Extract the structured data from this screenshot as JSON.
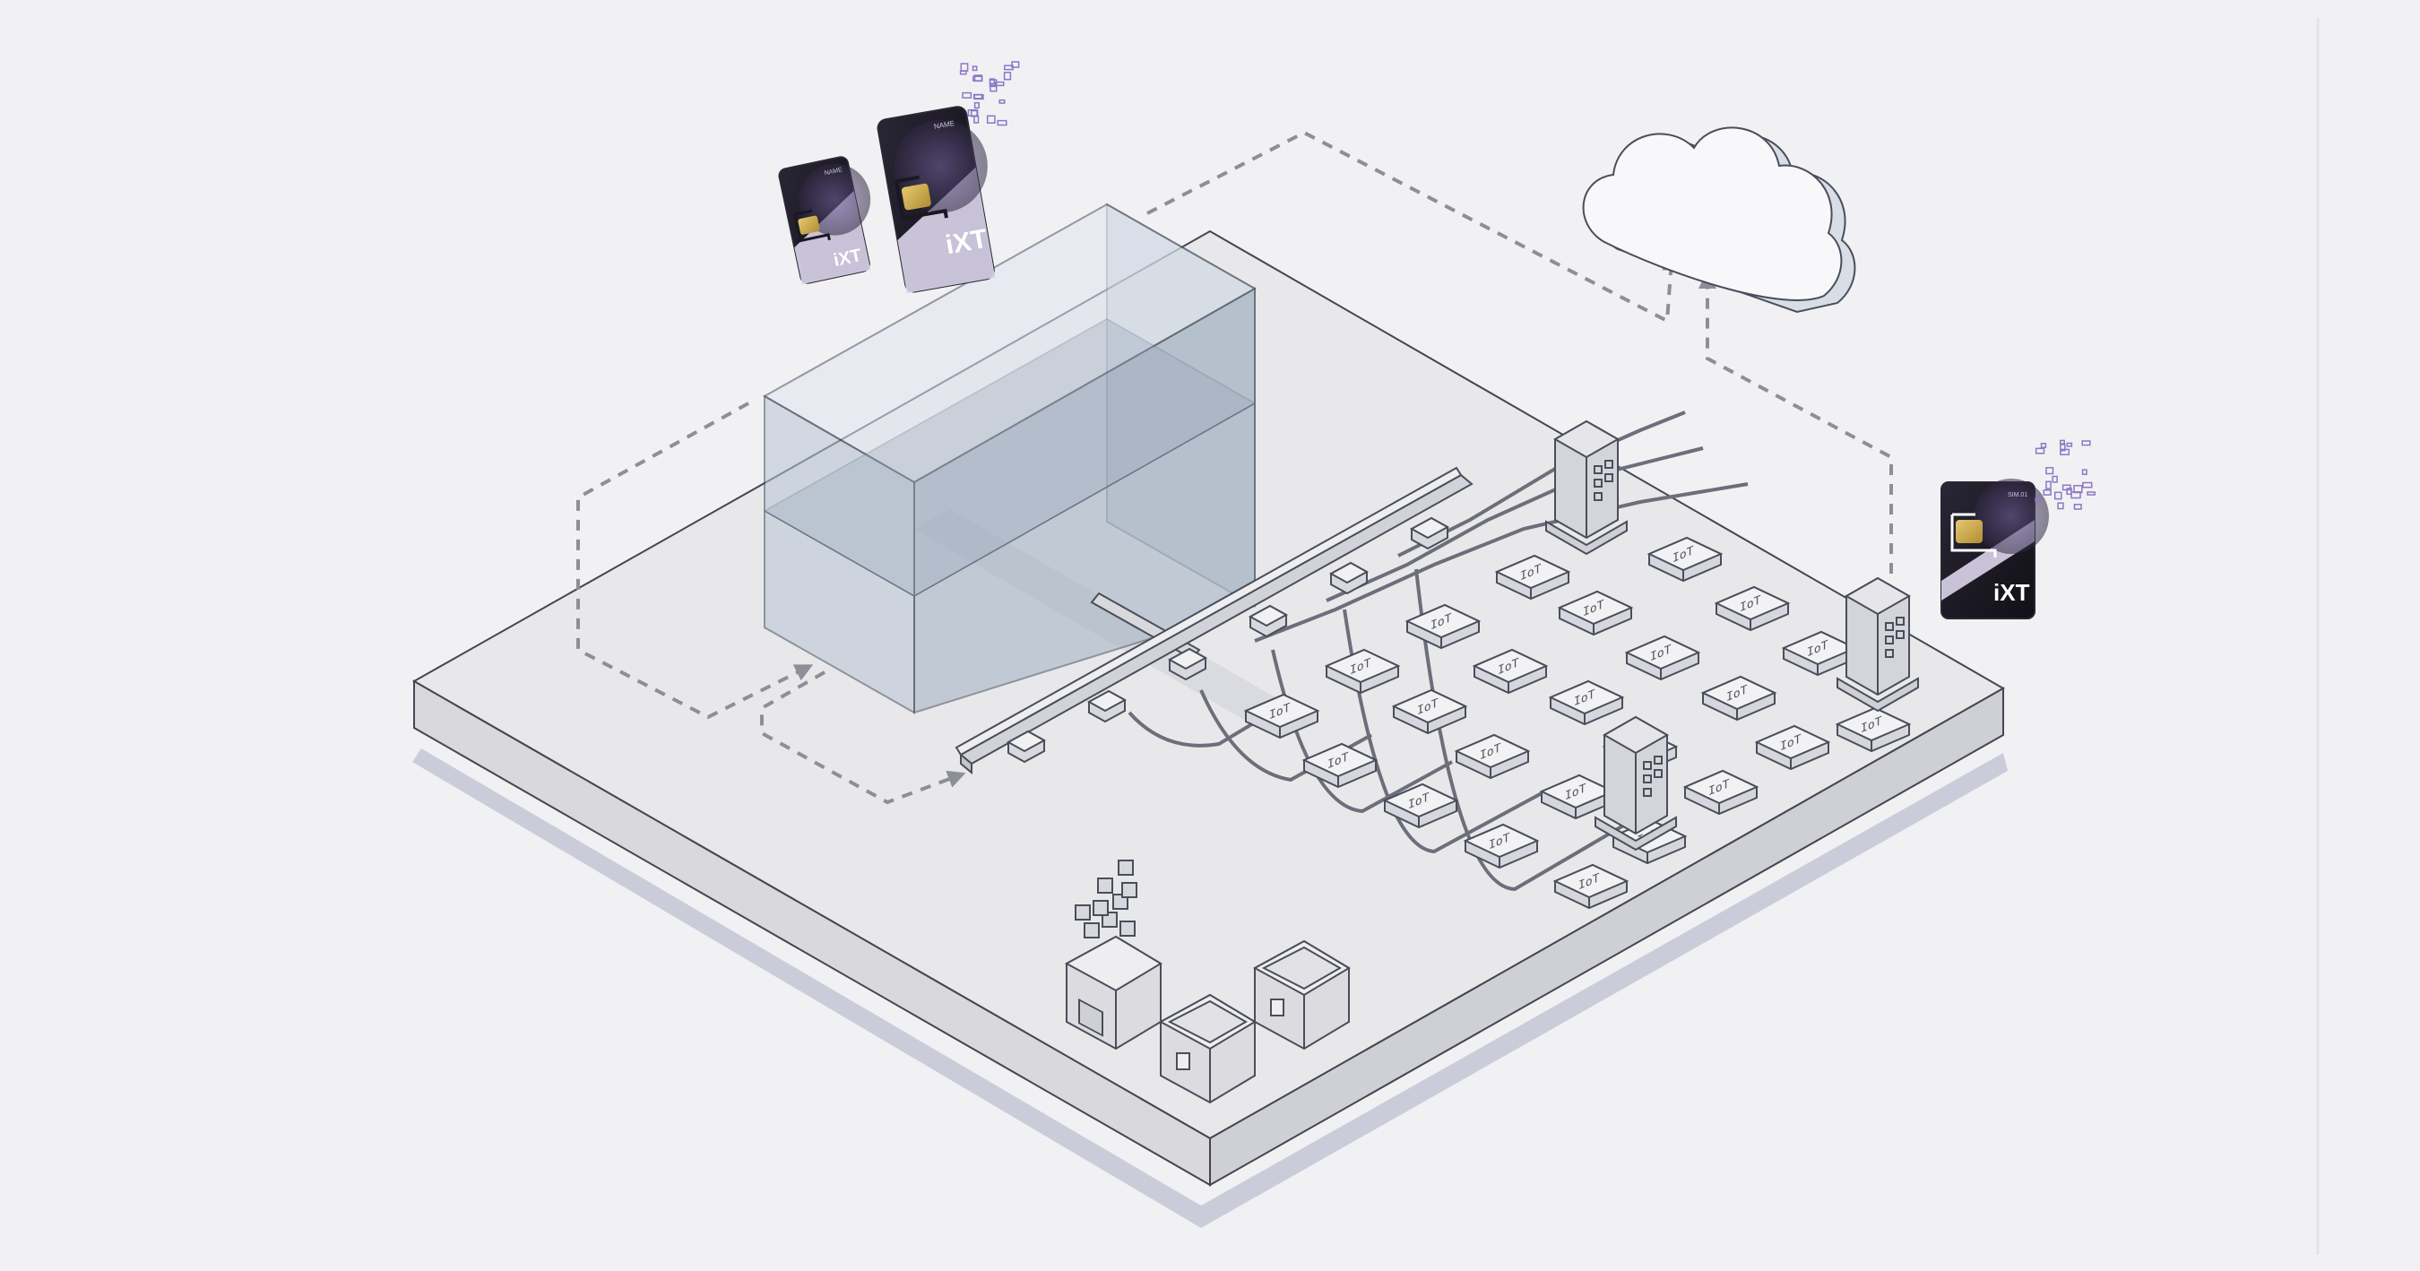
{
  "sim_cards": [
    {
      "brand": "iXT",
      "small_text": "NAME",
      "variant": "card-small"
    },
    {
      "brand": "iXT",
      "small_text": "NAME",
      "variant": "card-large"
    },
    {
      "brand": "iXT",
      "small_text": "SIM.01",
      "variant": "card-right"
    }
  ],
  "module_label": "IoT",
  "colors": {
    "background": "#f1f1f4",
    "platform_top": "#e7e7ea",
    "platform_side": "#d9d9de",
    "shadow": "#c3c7d3",
    "glass": "#b8c6d4",
    "card_dark": "#1d1b26",
    "card_purple": "#6b5a92",
    "chip_gold": "#c9a84c",
    "line": "#6c6f7a",
    "dashed": "#8c8f98",
    "data_bits": "#8b78c4"
  },
  "icons": [
    "sim-card-icon",
    "cloud-icon",
    "building-icon",
    "module-icon",
    "storage-bin-icon",
    "container-box-icon"
  ]
}
